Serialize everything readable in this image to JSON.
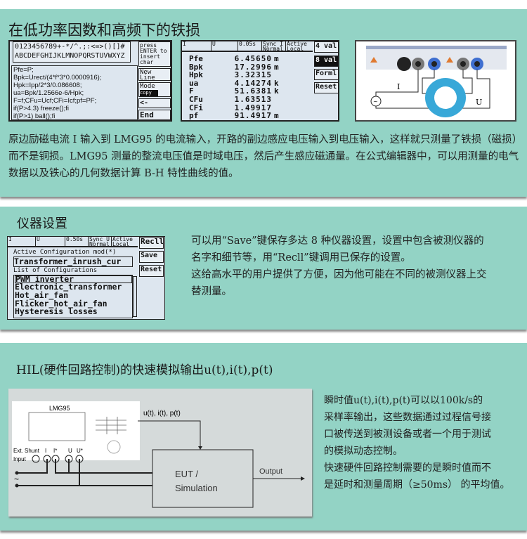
{
  "section1": {
    "title": "在低功率因数和高频下的铁损",
    "formula_screen": {
      "charset_line1": "0123456789+-*/^.;:<=>()[]#",
      "charset_line2": "ABCDEFGHIJKLMNOPQRSTUVWXYZ",
      "lines": [
        "Pfe=P;",
        "Bpk=Urect/(4*f*3*0.0000916);",
        "Hpk=Ipp/2*3/0.086608;",
        "ua=Bpk/1.2566e-6/Hpk;",
        "F=f;CFu=Ucf;CFi=Icf;pf=PF;",
        "if(P>4.3) freeze();fi",
        "if(P>1) ball();fi"
      ],
      "softkeys": [
        "press ENTER to insert char",
        "New Line",
        "Mode",
        "copy",
        "<-",
        "End"
      ]
    },
    "values_screen": {
      "status": [
        "I",
        "U",
        "0.05s",
        "Sync I Normal",
        "Active Local"
      ],
      "rows": [
        {
          "name": "Pfe",
          "value": "6.45650",
          "unit": "m"
        },
        {
          "name": "Bpk",
          "value": "17.2996",
          "unit": "m"
        },
        {
          "name": "Hpk",
          "value": "3.32315",
          "unit": ""
        },
        {
          "name": "ua",
          "value": "4.14274",
          "unit": "k"
        },
        {
          "name": "F",
          "value": "51.6381",
          "unit": "k"
        },
        {
          "name": "CFu",
          "value": "1.63513",
          "unit": ""
        },
        {
          "name": "CFi",
          "value": "1.49917",
          "unit": ""
        },
        {
          "name": "pf",
          "value": "91.4917",
          "unit": "m"
        }
      ],
      "softkeys": [
        "4 val",
        "8 val",
        "Forml",
        "Reset"
      ]
    },
    "wiring": {
      "current_label": "I",
      "voltage_label": "U"
    },
    "body": "原边励磁电流 I 输入到 LMG95 的电流输入，开路的副边感应电压输入到电压输入，这样就只测量了铁损（磁损）而不是铜损。LMG95 测量的整流电压值是时域电压，然后产生感应磁通量。在公式编辑器中，可以用测量的电气数据以及铁心的几何数据计算 B-H 特性曲线的值。"
  },
  "section2": {
    "title": "仪器设置",
    "screen": {
      "status": [
        "I",
        "U",
        "0.50s",
        "Sync U Normal",
        "Active Local"
      ],
      "active_label": "Active Configuration mod(*)",
      "active_value": "Transformer_inrush_cur",
      "list_label": "List of Configurations",
      "items": [
        "PWM inverter",
        "Electronic_transformer",
        "Hot_air_fan",
        "Flicker_hot_air_fan",
        "Hysteresis losses"
      ],
      "softkeys": [
        "Recll",
        "Save",
        "Reset"
      ]
    },
    "body_lines": [
      "可以用“Save”键保存多达 8 种仪器设置，设置中包含被测仪器的",
      "名字和细节等，用“Recll”键调用已保存的设置。",
      "这给高水平的用户提供了方便，因为他可能在不同的被测仪器上交",
      "替测量。"
    ]
  },
  "section3": {
    "title": "HIL(硬件回路控制)的快速模拟输出u(t),i(t),p(t)",
    "diagram": {
      "device": "LMG95",
      "signals": "u(t), i(t), p(t)",
      "ext_shunt": "Ext. Shunt",
      "input": "Input",
      "terminals": [
        "I",
        "I*",
        "U",
        "U*"
      ],
      "source": "~",
      "eut": "EUT /",
      "simulation": "Simulation",
      "output": "Output"
    },
    "body_lines": [
      "瞬时值u(t),i(t),p(t)可以以100k/s的",
      "采样率输出，这些数据通过过程信号接",
      "口被传送到被测设备或者一个用于测试",
      "的模拟动态控制。",
      "快速硬件回路控制需要的是瞬时值而不",
      "是延时和测量周期（≥50ms） 的平均值。"
    ]
  },
  "colors": {
    "panel": "#93d3c5",
    "lcd": "#dde6ef",
    "diagram": "#d5dada"
  }
}
